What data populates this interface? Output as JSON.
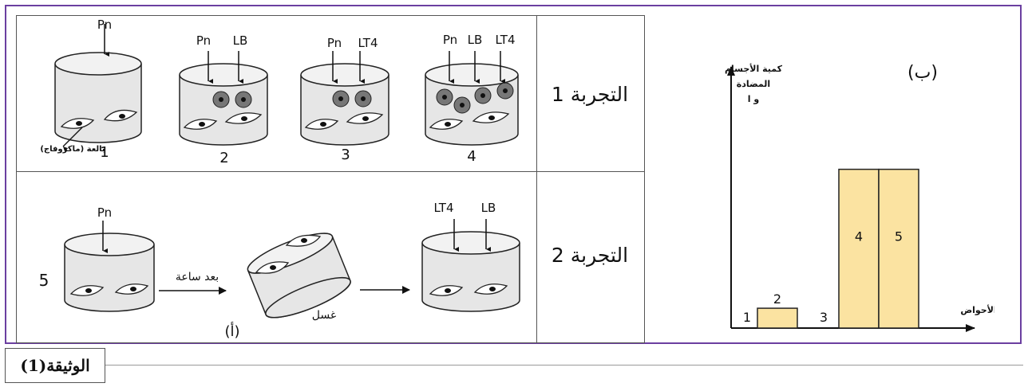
{
  "document_label": "الوثيقة(1)",
  "experiment_1": {
    "label": "التجربة 1",
    "tubes": [
      {
        "number": "1",
        "arrows": [
          "Pn"
        ],
        "cell_note": "بالعة (ماكروفاج)"
      },
      {
        "number": "2",
        "arrows": [
          "Pn",
          "LB"
        ]
      },
      {
        "number": "3",
        "arrows": [
          "Pn",
          "LT4"
        ]
      },
      {
        "number": "4",
        "arrows": [
          "Pn",
          "LB",
          "LT4"
        ]
      }
    ]
  },
  "experiment_2": {
    "label": "التجربة 2",
    "tube_number": "5",
    "first_arrow": "Pn",
    "after_hour": "بعد ساعة",
    "wash": "غسل",
    "part_label": "(أ)",
    "final_arrows": [
      "LT4",
      "LB"
    ]
  },
  "chart_data": {
    "type": "bar",
    "title": "(ب)",
    "ylabel": "كمية الأجسام المضادة و ا",
    "xlabel": "الأحواض",
    "categories": [
      "1",
      "2",
      "3",
      "4",
      "5"
    ],
    "values": [
      0,
      1,
      0,
      8,
      8
    ],
    "ylim": [
      0,
      13
    ],
    "bar_color": "#fbe3a1",
    "grid": false
  },
  "colors": {
    "frame": "#6b3fa0",
    "beaker_fill": "#e6e6e6",
    "lymphocyte": "#777777",
    "bar": "#fbe3a1"
  }
}
